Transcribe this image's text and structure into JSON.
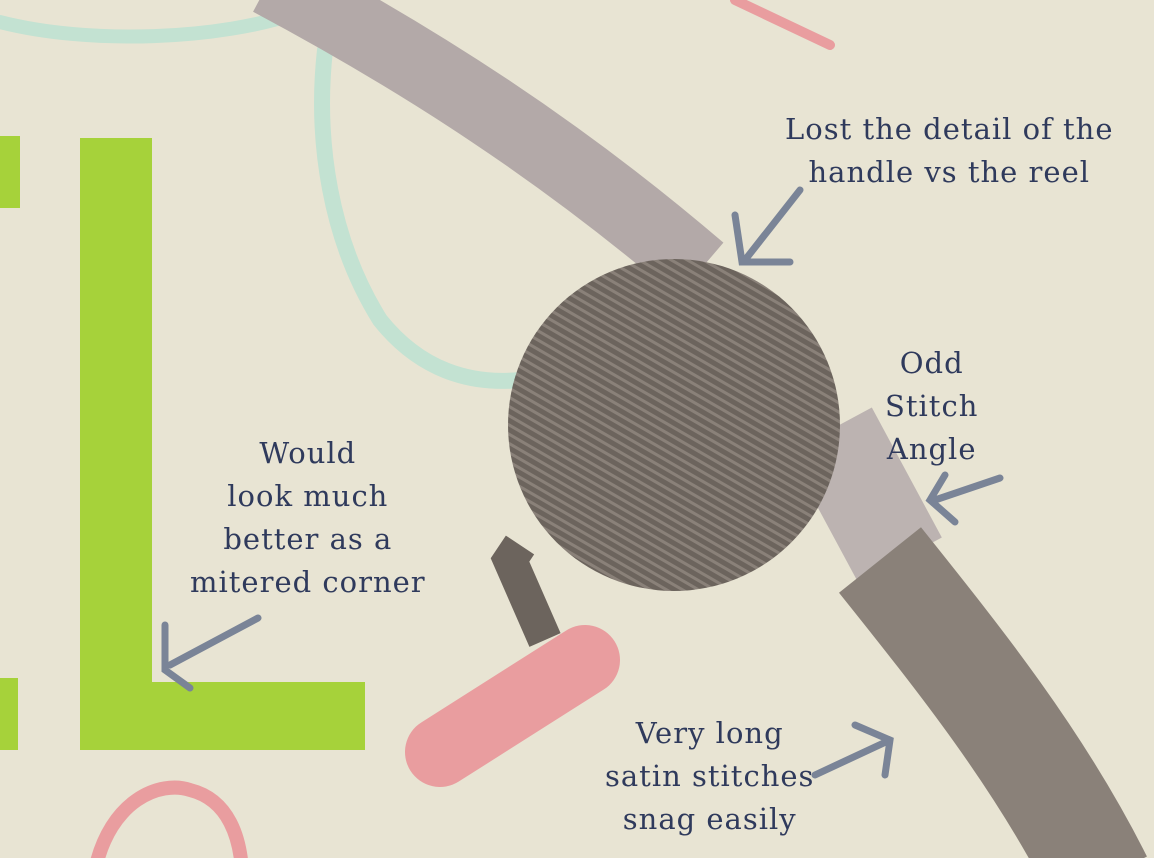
{
  "colors": {
    "background": "#e8e4d3",
    "green_thread": "#a6d23a",
    "gray_rod": "#b3a9a8",
    "dark_rod": "#8a8179",
    "reel": "#6c645d",
    "pink_thread": "#e99d9f",
    "mint_thread": "#c3e2d2",
    "arrow": "#7a8497",
    "text": "#2f3a5c"
  },
  "annotations": {
    "handle": [
      "Lost the detail of the",
      "handle vs the reel"
    ],
    "angle": [
      "Odd",
      "Stitch",
      "Angle"
    ],
    "corner": [
      "Would",
      "look much",
      "better as a",
      "mitered corner"
    ],
    "satin": [
      "Very long",
      "satin stitches",
      "snag easily"
    ]
  }
}
